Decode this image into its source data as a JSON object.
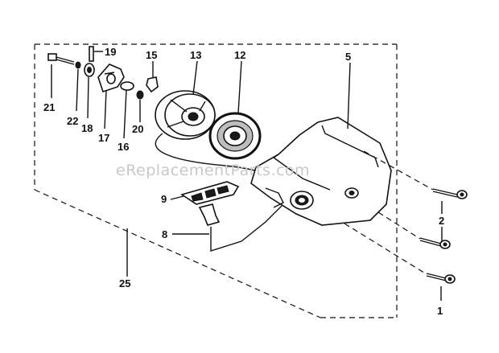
{
  "watermark": "eReplacementParts.com",
  "labels": {
    "p1": "1",
    "p2": "2",
    "p5": "5",
    "p8": "8",
    "p9": "9",
    "p12": "12",
    "p13": "13",
    "p15": "15",
    "p16": "16",
    "p17": "17",
    "p18": "18",
    "p19": "19",
    "p20": "20",
    "p21": "21",
    "p22": "22",
    "p25": "25"
  }
}
